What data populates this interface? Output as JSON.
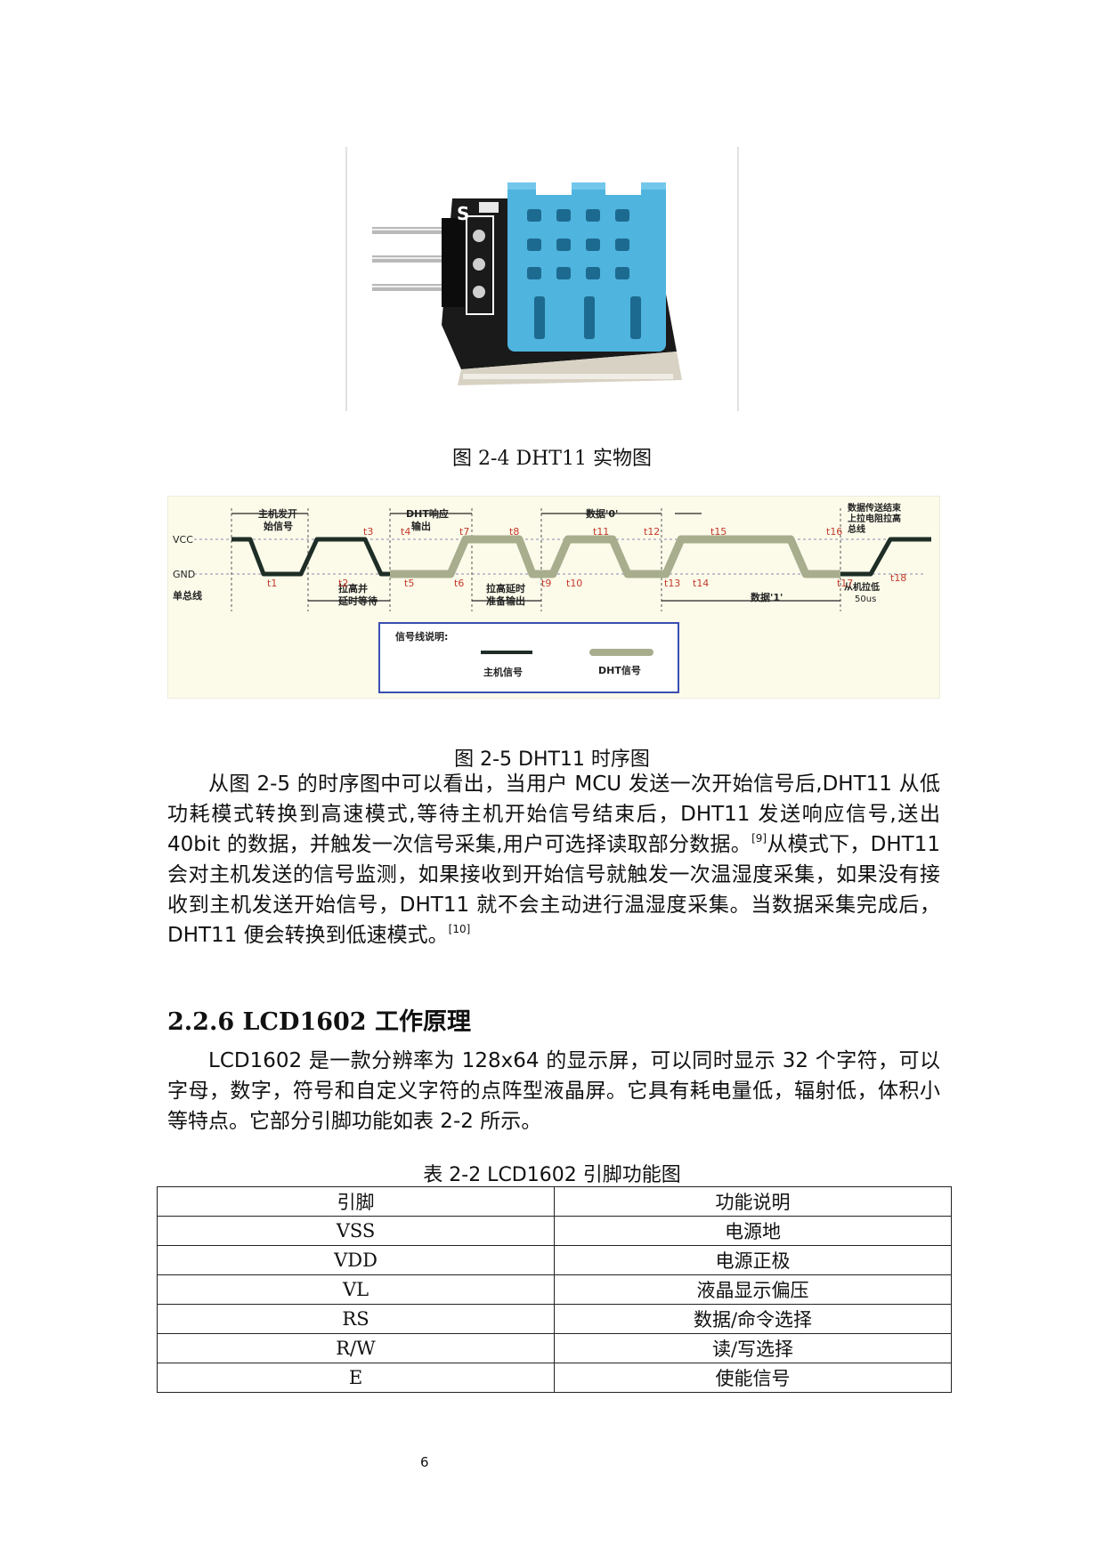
{
  "figure_2_4": {
    "caption": "图 2-4   DHT11 实物图",
    "sensor_label": "S"
  },
  "figure_2_5": {
    "caption": "图 2-5 DHT11 时序图",
    "labels": {
      "vcc": "VCC",
      "gnd": "GND",
      "bus": "单总线",
      "host_start_1": "主机发开",
      "host_start_2": "始信号",
      "dht_resp_1": "DHT响应",
      "dht_resp_2": "输出",
      "data0": "数据'0'",
      "data_end_1": "数据传送结束",
      "data_end_2": "上拉电阻拉高",
      "data_end_3": "总线",
      "pullup_1": "拉高并",
      "pullup_2": "延时等待",
      "pullup_delay_1": "拉高延时",
      "pullup_delay_2": "准备输出",
      "data1": "数据'1'",
      "slave_low_1": "从机拉低",
      "slave_low_2": "50us",
      "legend_title": "信号线说明:",
      "legend_host": "主机信号",
      "legend_dht": "DHT信号"
    },
    "times": [
      "t1",
      "t2",
      "t3",
      "t4",
      "t5",
      "t6",
      "t7",
      "t8",
      "t9",
      "t10",
      "t11",
      "t12",
      "t13",
      "t14",
      "t15",
      "t16",
      "t17",
      "t18"
    ],
    "colors": {
      "host": "#1e2e26",
      "dht": "#a8ad8e",
      "legend_border": "#3a4fb0",
      "panel": "#fcfbea",
      "tlabel": "#c43a2a"
    }
  },
  "paragraph1": {
    "text_a": "从图 2-5 的时序图中可以看出，当用户 MCU 发送一次开始信号后,DHT11 从低功耗模式转换到高速模式,等待主机开始信号结束后，DHT11 发送响应信号,送出 40bit 的数据，并触发一次信号采集,用户可选择读取部分数据。",
    "ref_a": "[9]",
    "text_b": "从模式下，DHT11 会对主机发送的信号监测，如果接收到开始信号就触发一次温湿度采集，如果没有接收到主机发送开始信号，DHT11 就不会主动进行温湿度采集。当数据采集完成后，DHT11 便会转换到低速模式。",
    "ref_b": "[10]"
  },
  "section": {
    "heading": "2.2.6 LCD1602 工作原理"
  },
  "paragraph2": {
    "text": "LCD1602 是一款分辨率为 128x64 的显示屏，可以同时显示 32 个字符，可以字母，数字，符号和自定义字符的点阵型液晶屏。它具有耗电量低，辐射低，体积小等特点。它部分引脚功能如表 2-2 所示。"
  },
  "table_2_2": {
    "caption": "表 2-2 LCD1602 引脚功能图",
    "headers": [
      "引脚",
      "功能说明"
    ],
    "rows": [
      [
        "VSS",
        "电源地"
      ],
      [
        "VDD",
        "电源正极"
      ],
      [
        "VL",
        "液晶显示偏压"
      ],
      [
        "RS",
        "数据/命令选择"
      ],
      [
        "R/W",
        "读/写选择"
      ],
      [
        "E",
        "使能信号"
      ]
    ]
  },
  "page_number": "6"
}
